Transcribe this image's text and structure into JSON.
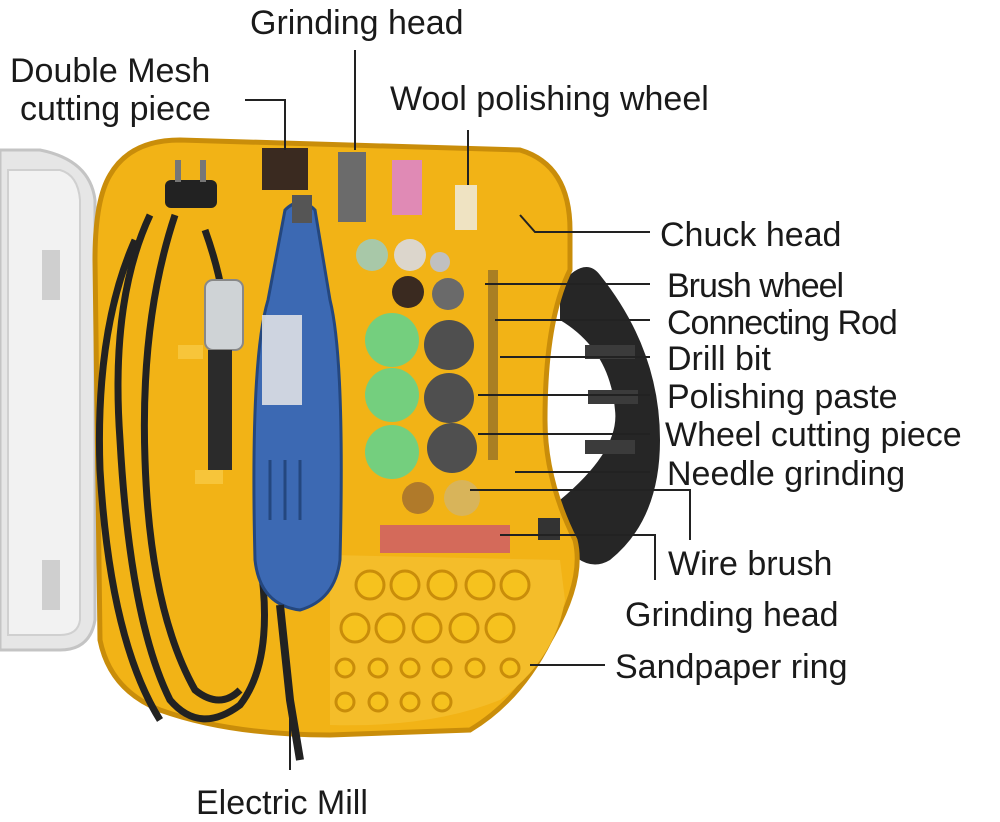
{
  "colors": {
    "case_yellow": "#f2b316",
    "case_shadow": "#c98d0a",
    "lid_grey": "#e4e4e4",
    "handle_black": "#262626",
    "tool_blue": "#3c69b3",
    "stone_green": "#74cf7e",
    "disc_grey": "#4f4f4f",
    "label_text": "#1a1a1a",
    "leader_line": "#222222"
  },
  "icons": {
    "tool_case": "tool-case-illustration",
    "rotary_tool": "rotary-tool-icon",
    "flex_shaft": "flexible-shaft-icon"
  },
  "labels": {
    "grinding_head_top": "Grinding head",
    "double_mesh_line1": "Double Mesh",
    "double_mesh_line2": "cutting piece",
    "wool_polishing_wheel": "Wool polishing wheel",
    "chuck_head": "Chuck head",
    "brush_wheel": "Brush wheel",
    "connecting_rod": "Connecting Rod",
    "drill_bit": "Drill bit",
    "polishing_paste": "Polishing paste",
    "wheel_cutting_piece": "Wheel cutting piece",
    "needle_grinding": "Needle grinding",
    "wire_brush": "Wire brush",
    "grinding_head_bottom": "Grinding head",
    "sandpaper_ring": "Sandpaper ring",
    "electric_mill": "Electric Mill"
  }
}
